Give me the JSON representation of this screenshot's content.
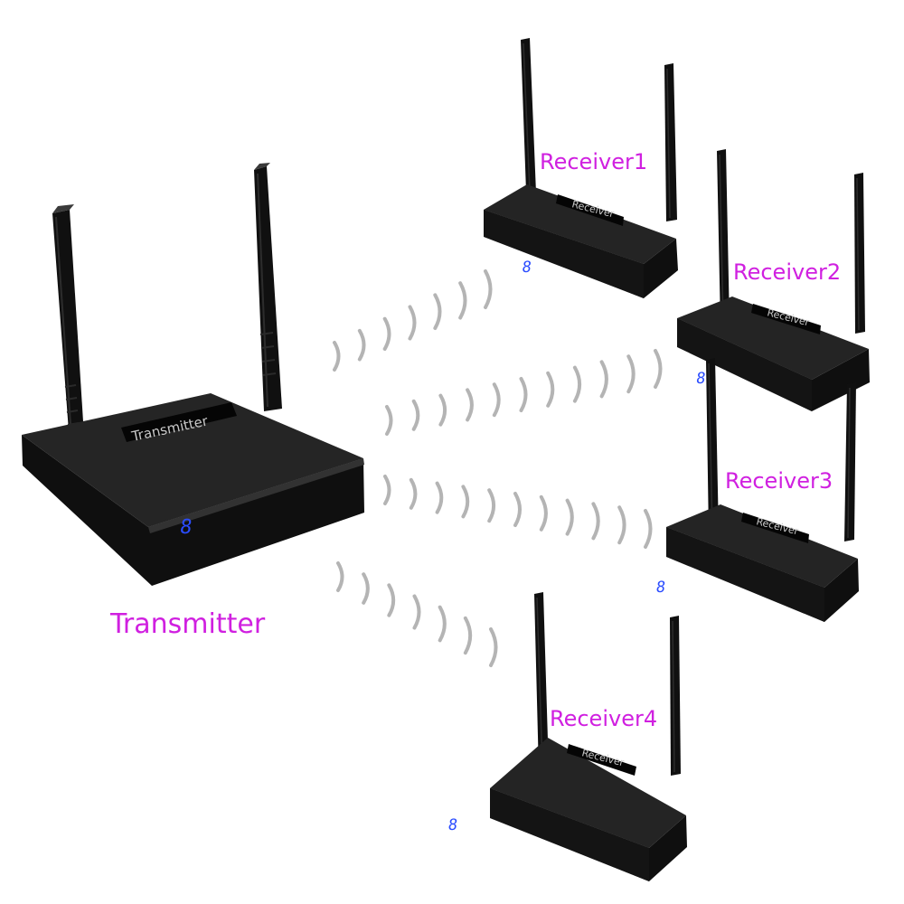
{
  "colors": {
    "caption": "#d020e0",
    "device_body": "#141414",
    "device_top": "#262626",
    "label_plate": "#050505",
    "label_text": "#c8c8c8",
    "led": "#2a4cff",
    "wave": "#b4b4b4"
  },
  "transmitter": {
    "caption": "Transmitter",
    "plate_label": "Transmitter",
    "display_digit": "8"
  },
  "receivers": [
    {
      "caption": "Receiver1",
      "plate_label": "Receiver",
      "display_digit": "8"
    },
    {
      "caption": "Receiver2",
      "plate_label": "Receiver",
      "display_digit": "8"
    },
    {
      "caption": "Receiver3",
      "plate_label": "Receiver",
      "display_digit": "8"
    },
    {
      "caption": "Receiver4",
      "plate_label": "Receiver",
      "display_digit": "8"
    }
  ],
  "signal_wave_icon": "radio-wave-arc"
}
